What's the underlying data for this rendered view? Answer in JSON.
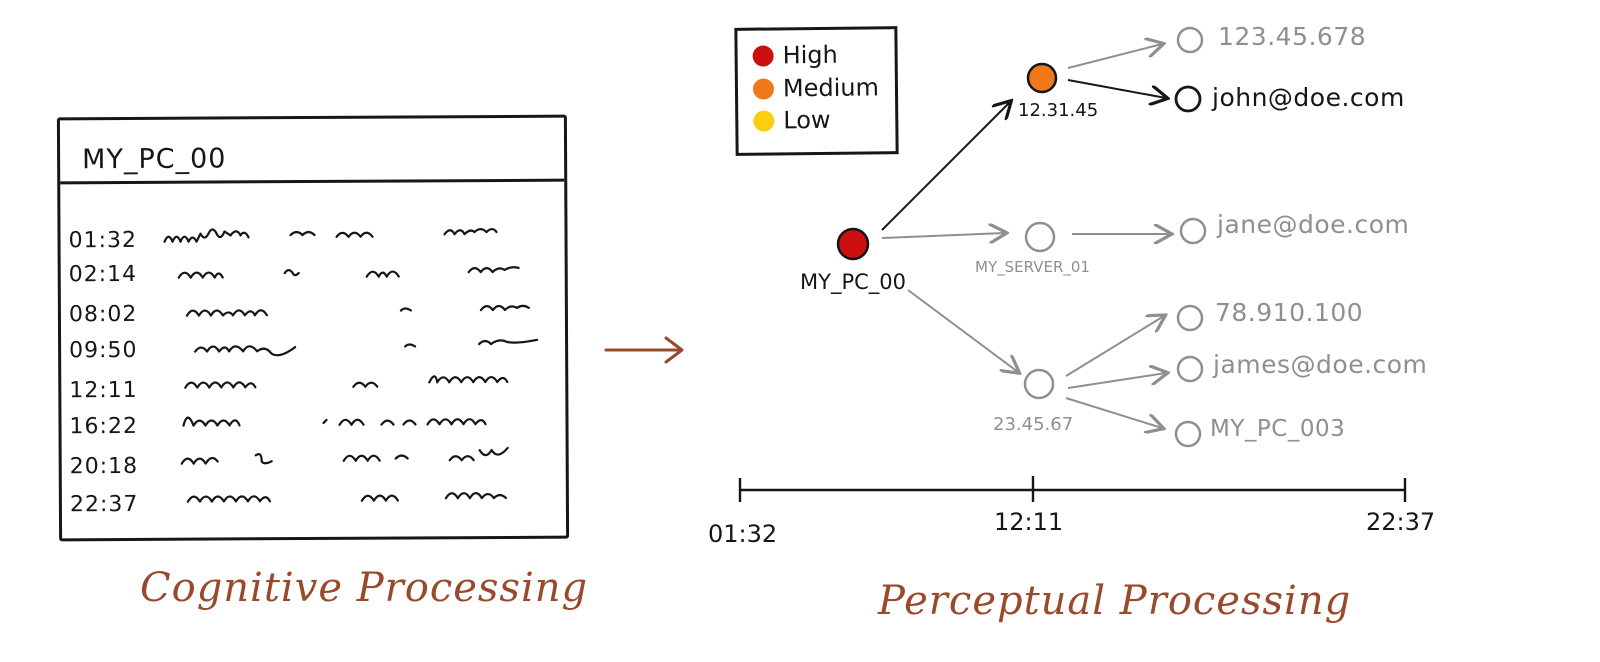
{
  "log_panel": {
    "title": "MY_PC_00",
    "times": [
      "01:32",
      "02:14",
      "08:02",
      "09:50",
      "12:11",
      "16:22",
      "20:18",
      "22:37"
    ]
  },
  "left_caption": "Cognitive Processing",
  "right_caption": "Perceptual Processing",
  "legend": {
    "items": [
      {
        "label": "High",
        "color": "#cc1010"
      },
      {
        "label": "Medium",
        "color": "#f07818"
      },
      {
        "label": "Low",
        "color": "#f8d010"
      }
    ]
  },
  "graph": {
    "source": {
      "label": "MY_PC_00",
      "severity": "High"
    },
    "intermediates": [
      {
        "label": "12.31.45",
        "severity": "Medium"
      },
      {
        "label": "MY_SERVER_01",
        "severity": "none"
      },
      {
        "label": "23.45.67",
        "severity": "none"
      }
    ],
    "targets": [
      {
        "label": "123.45.678"
      },
      {
        "label": "john@doe.com"
      },
      {
        "label": "jane@doe.com"
      },
      {
        "label": "78.910.100"
      },
      {
        "label": "james@doe.com"
      },
      {
        "label": "MY_PC_003"
      }
    ]
  },
  "timeline": {
    "ticks": [
      "01:32",
      "12:11",
      "22:37"
    ]
  },
  "colors": {
    "ink": "#161616",
    "muted": "#8f8f8f",
    "caption": "#9a4a2c"
  }
}
